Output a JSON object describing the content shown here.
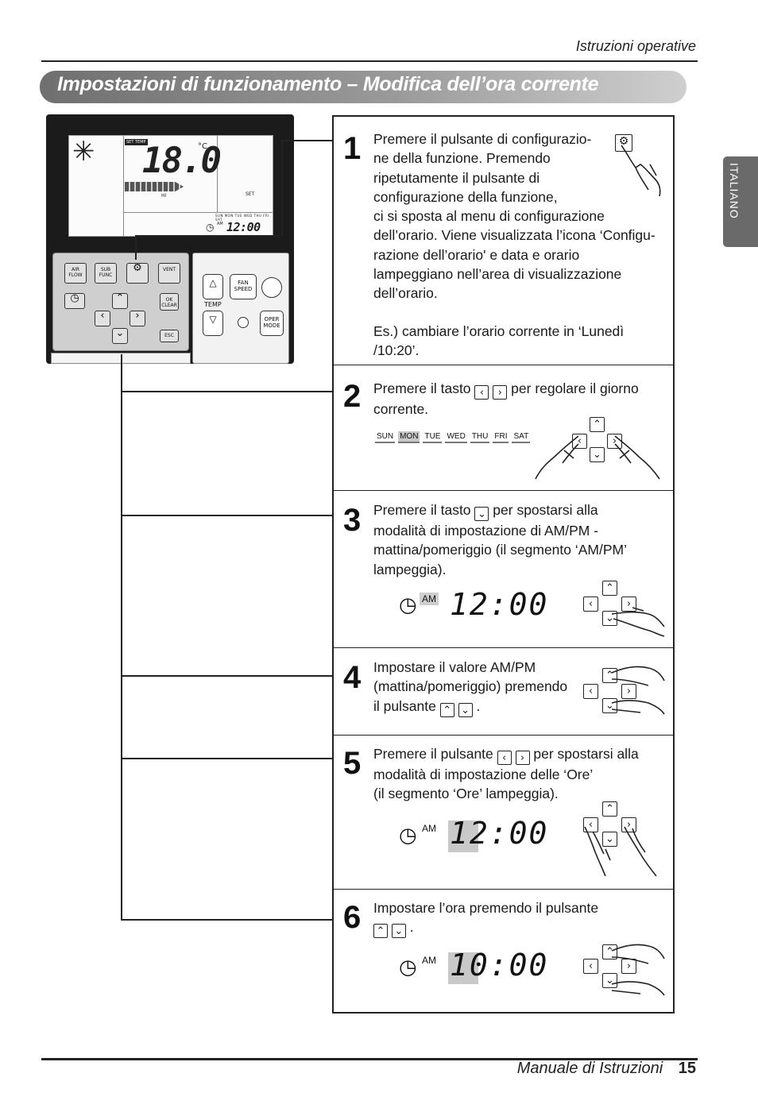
{
  "header": {
    "section": "Istruzioni operative"
  },
  "banner": {
    "title": "Impostazioni di funzionamento – Modifica dell’ora corrente"
  },
  "side_tab": {
    "language": "ITALIANO"
  },
  "remote": {
    "set_temp_label": "SET TEMP",
    "temperature": "18.0",
    "unit": "°C",
    "fan_level": "HI",
    "set_indicator": "SET",
    "days_row": "SUN MON TUE WED THU FRI SAT",
    "am": "AM",
    "time": "12:00",
    "buttons": {
      "air_flow": "AIR FLOW",
      "sub_func": "SUB FUNC",
      "vent": "VENT",
      "ok_clear": "OK CLEAR",
      "esc": "ESC",
      "fan_speed": "FAN SPEED",
      "temp": "TEMP",
      "oper_mode": "OPER MODE"
    }
  },
  "steps": [
    {
      "number": "1",
      "text": "Premere il pulsante di configurazio-\nne della funzione. Premendo\nripetutamente il pulsante di\nconfigurazione della funzione,\nci si sposta al menu di configurazione\ndell’orario. Viene visualizzata l’icona ‘Configu-\nrazione dell’orario' e data e orario\nlampeggiano nell’area di visualizzazione\ndell’orario.",
      "example": "Es.) cambiare l’orario corrente in ‘Lunedì\n      /10:20’."
    },
    {
      "number": "2",
      "text_before": "Premere il tasto",
      "text_after": "per regolare il giorno",
      "text_line2": "corrente.",
      "days": [
        "SUN",
        "MON",
        "TUE",
        "WED",
        "THU",
        "FRI",
        "SAT"
      ],
      "highlighted_day": "MON"
    },
    {
      "number": "3",
      "text_before": "Premere il tasto",
      "text_after": "per spostarsi alla",
      "text_rest": "modalità di impostazione di AM/PM -\nmattina/pomeriggio (il segmento ‘AM/PM’\nlampeggia).",
      "am": "AM",
      "time": "12:00"
    },
    {
      "number": "4",
      "text": "Impostare il valore AM/PM\n(mattina/pomeriggio) premendo",
      "text_end_before": "il pulsante",
      "text_end_after": "."
    },
    {
      "number": "5",
      "text_before": "Premere il pulsante",
      "text_after": "per spostarsi alla",
      "text_rest": "modalità di impostazione delle ‘Ore’\n(il segmento ‘Ore’ lampeggia).",
      "am": "AM",
      "time": "12:00"
    },
    {
      "number": "6",
      "text": "Impostare l’ora premendo il pulsante",
      "text_end": ".",
      "am": "AM",
      "time": "10:00"
    }
  ],
  "footer": {
    "title": "Manuale di Istruzioni",
    "page": "15"
  }
}
